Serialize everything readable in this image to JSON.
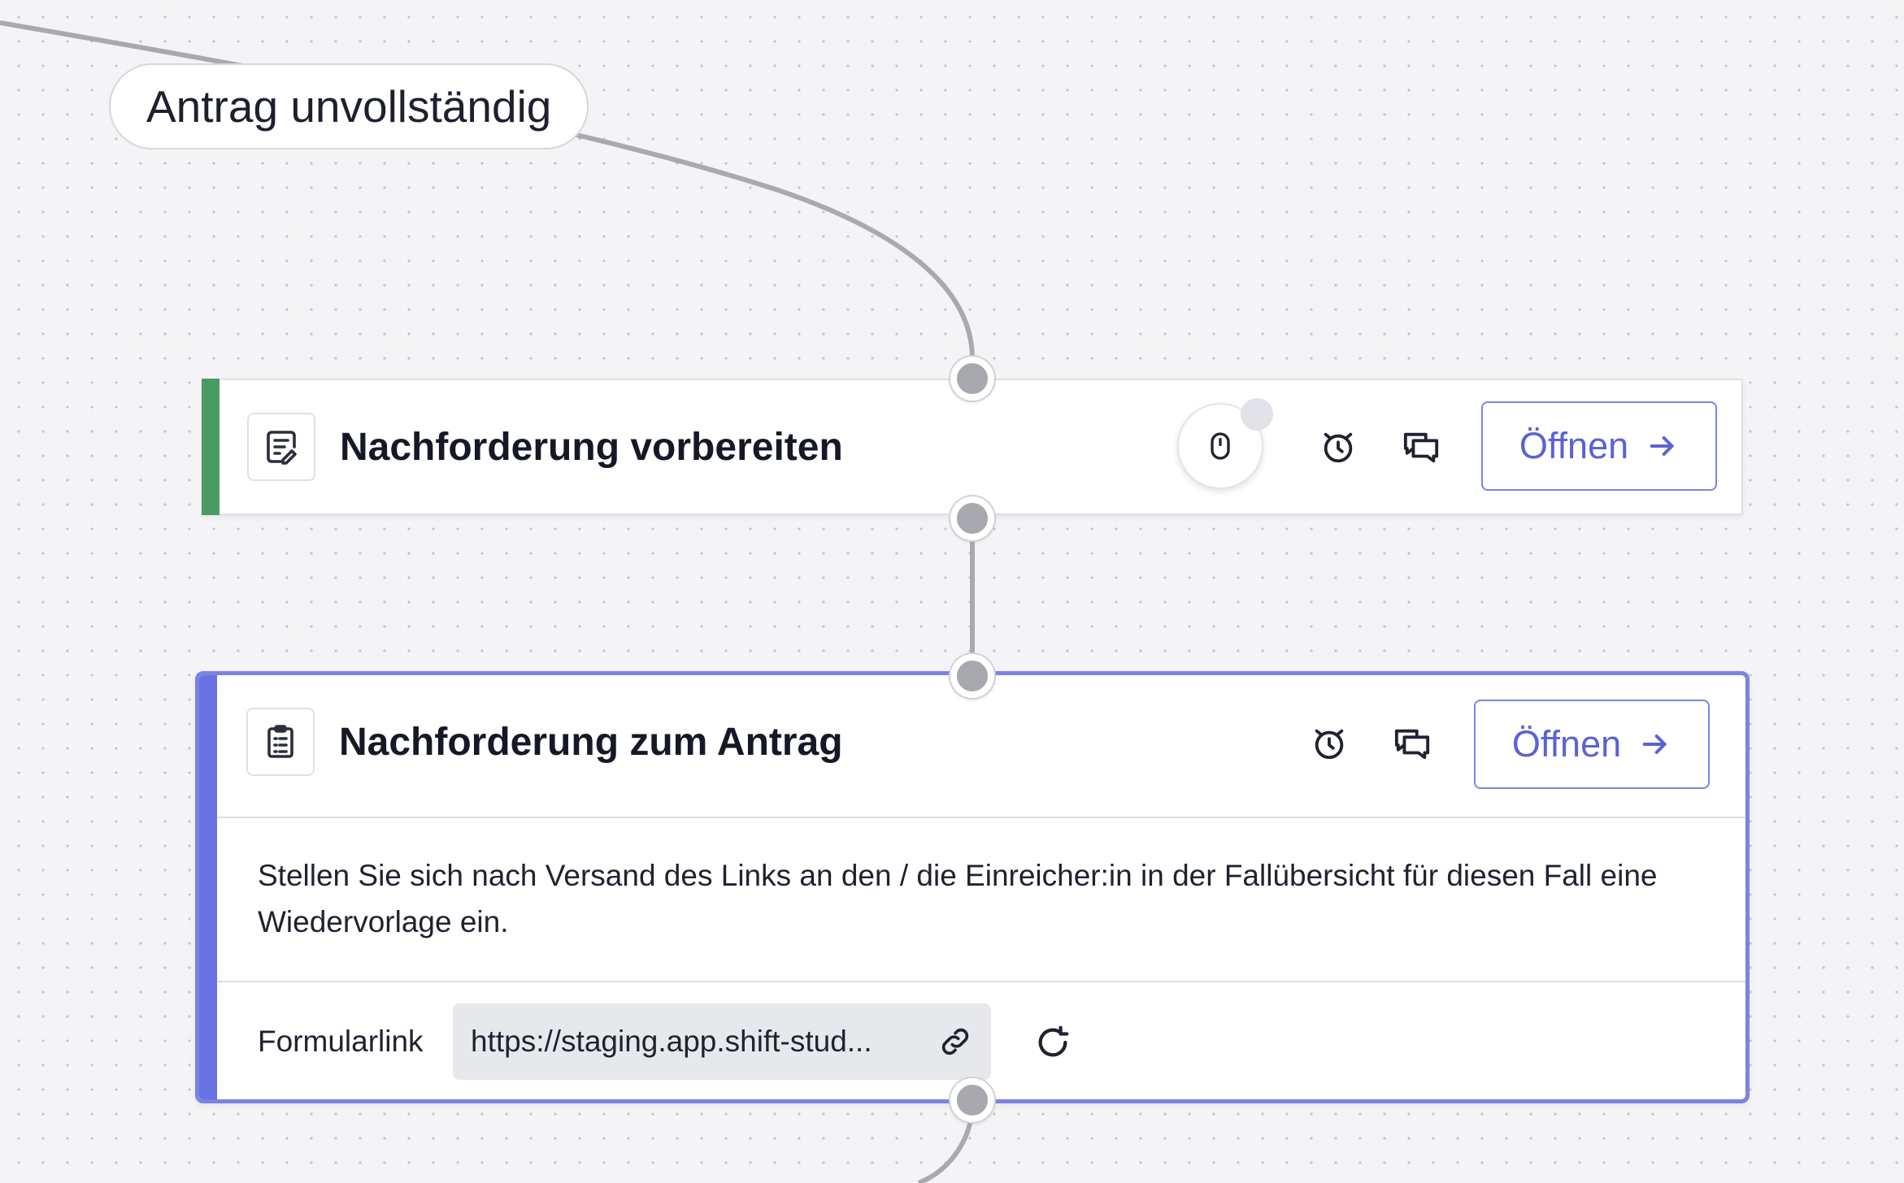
{
  "edge": {
    "label": "Antrag unvollständig"
  },
  "nodes": [
    {
      "title": "Nachforderung vorbereiten",
      "accent_color": "#4a9a63",
      "type_icon": "edit-document-icon",
      "open_label": "Öffnen"
    },
    {
      "title": "Nachforderung zum Antrag",
      "accent_color": "#6872e2",
      "selected_border_color": "#7b83e5",
      "type_icon": "clipboard-icon",
      "open_label": "Öffnen",
      "description": "Stellen Sie sich nach Versand des Links an den / die Einreicher:in in der Fallübersicht für diesen Fall eine Wiedervorlage ein.",
      "form_link": {
        "label": "Formularlink",
        "value": "https://staging.app.shift-stud..."
      }
    }
  ],
  "colors": {
    "canvas": "#f4f4f6",
    "connector": "#a9aaaf",
    "accent_button": "#5a62d6"
  }
}
